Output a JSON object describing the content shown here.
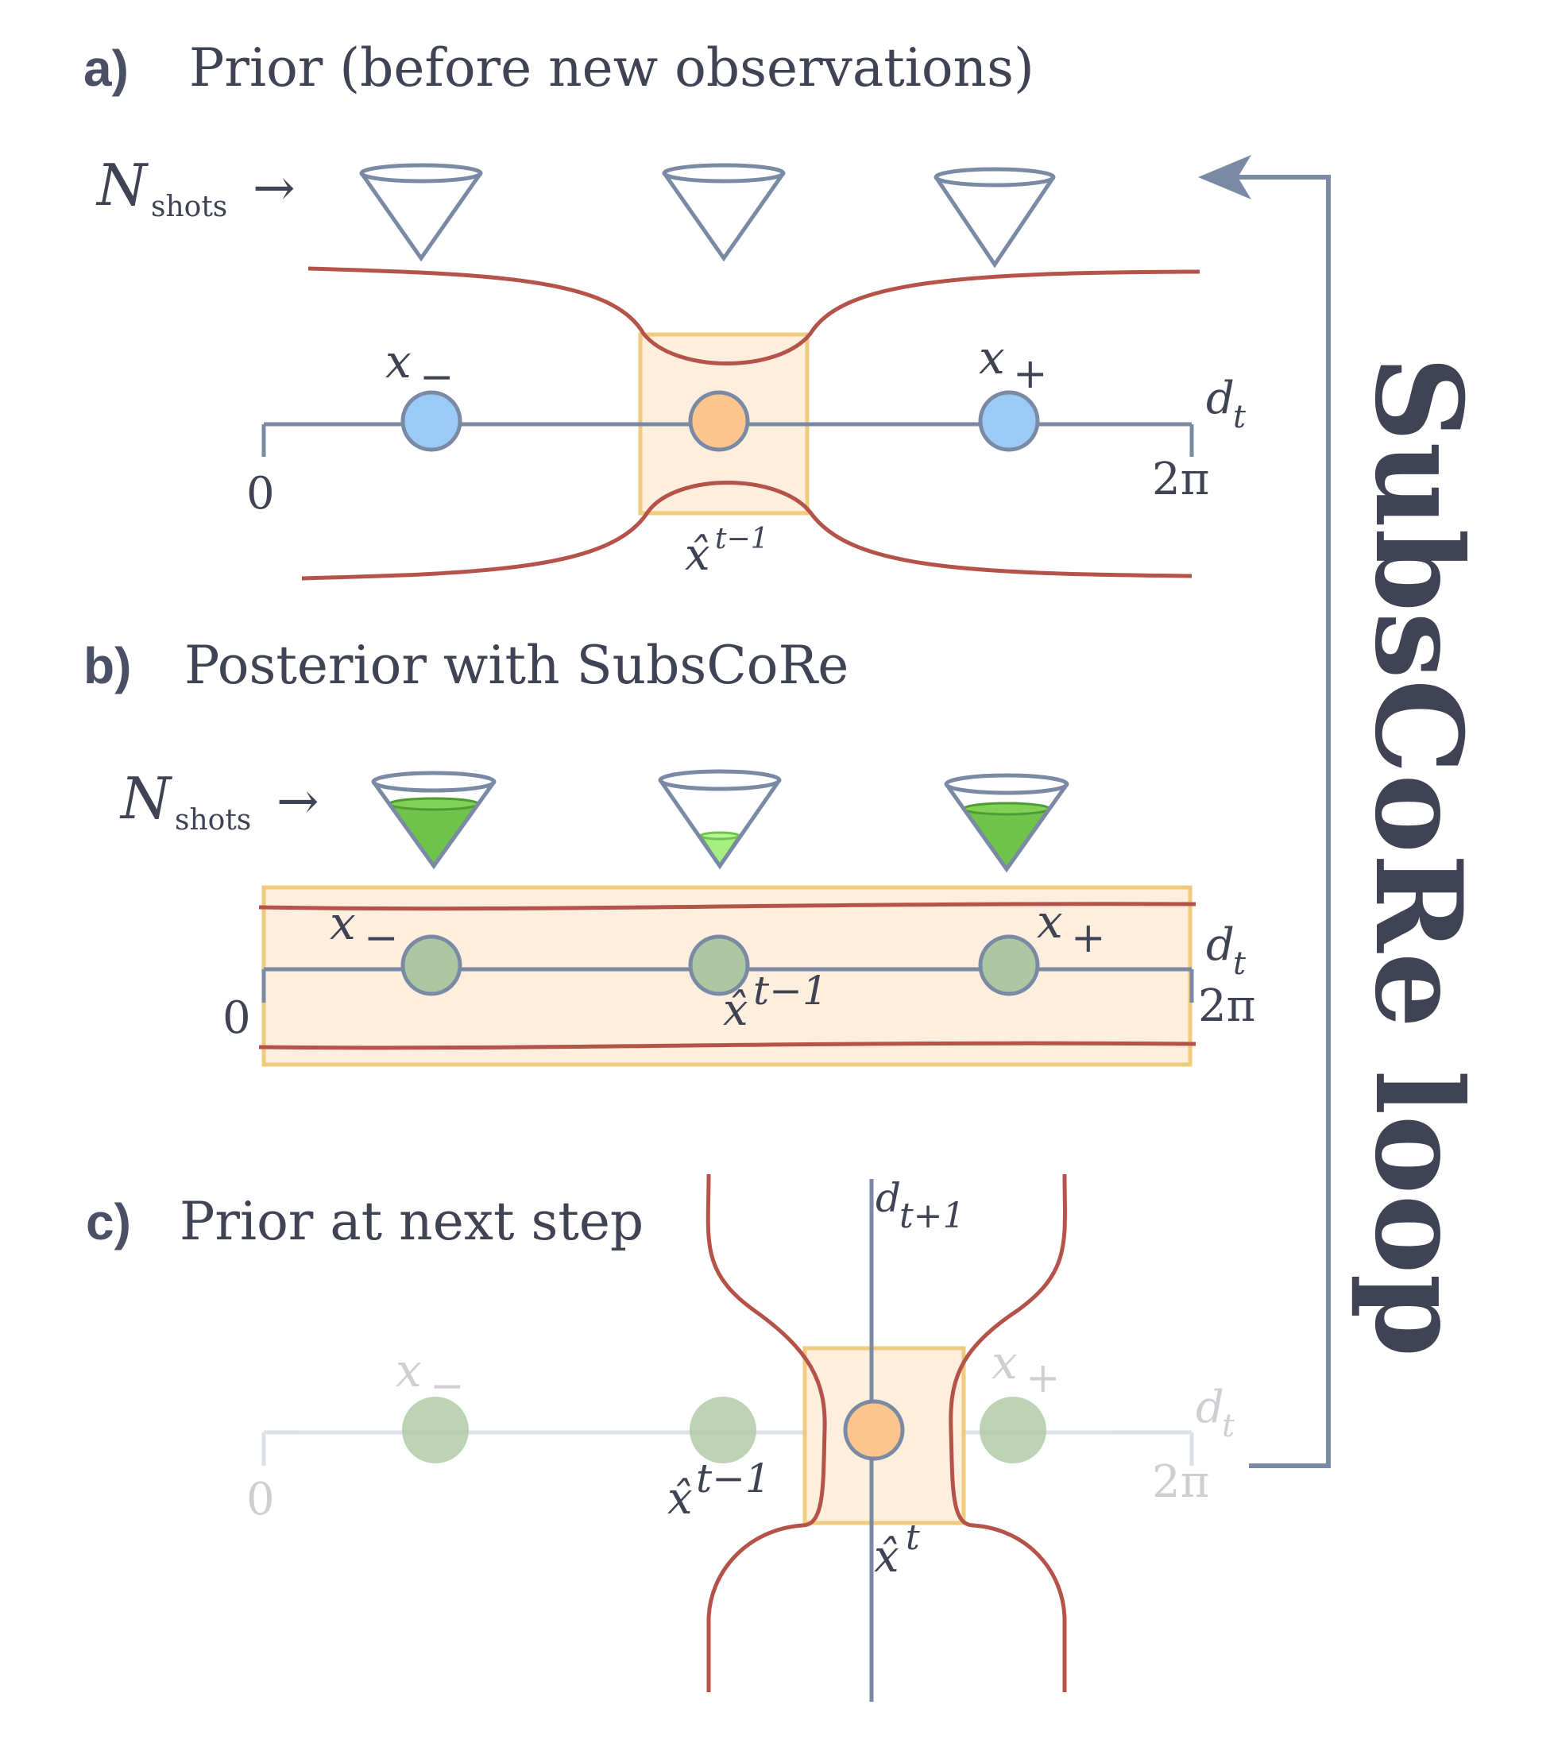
{
  "panels": {
    "a": {
      "label": "a)",
      "title": "Prior (before new observations)",
      "n_symbol": "N",
      "n_subscript": "shots",
      "arrow": "→",
      "x_minus": "x",
      "x_minus_sub": "−",
      "x_plus": "x",
      "x_plus_sub": "+",
      "axis_var": "d",
      "axis_var_sub": "t",
      "axis_min": "0",
      "axis_max": "2π",
      "estimate": "x̂",
      "estimate_sup": "t−1"
    },
    "b": {
      "label": "b)",
      "title": "Posterior with SubsCoRe",
      "n_symbol": "N",
      "n_subscript": "shots",
      "arrow": "→",
      "x_minus": "x",
      "x_minus_sub": "−",
      "x_plus": "x",
      "x_plus_sub": "+",
      "axis_var": "d",
      "axis_var_sub": "t",
      "axis_min": "0",
      "axis_max": "2π",
      "estimate": "x̂",
      "estimate_sup": "t−1",
      "cone_fill_levels": [
        0.75,
        0.2,
        0.55
      ]
    },
    "c": {
      "label": "c)",
      "title": "Prior at next step",
      "vertical_var": "d",
      "vertical_var_sub": "t+1",
      "x_minus": "x",
      "x_minus_sub": "−",
      "x_plus": "x",
      "x_plus_sub": "+",
      "axis_var": "d",
      "axis_var_sub": "t",
      "axis_min": "0",
      "axis_max": "2π",
      "prev_estimate": "x̂",
      "prev_estimate_sup": "t−1",
      "new_estimate": "x̂",
      "new_estimate_sup": "t"
    }
  },
  "loop_label": "SubsCoRe loop",
  "colors": {
    "axis": "#7a8aa4",
    "curve": "#b5534a",
    "box_fill": "#fdeedd",
    "box_stroke": "#efcb7c",
    "node_blue": "#9ccaf7",
    "node_orange": "#fcc58e",
    "node_green": "#aec7a3",
    "cone_green": "#6fc24a",
    "text": "#3f4354"
  }
}
